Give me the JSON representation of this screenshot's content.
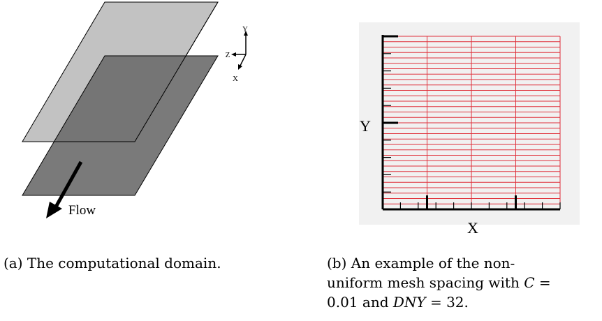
{
  "figure_a": {
    "axis_labels": {
      "y": "Y",
      "z": "Z",
      "x": "X"
    },
    "flow_label": "Flow",
    "caption": "(a) The computational domain."
  },
  "figure_b": {
    "axis_labels": {
      "x": "X",
      "y": "Y"
    },
    "mesh_color": "#e0303a",
    "axis_color": "#000000",
    "caption_line1": "(b) An example of the non-",
    "caption_line2_text": "uniform mesh spacing with ",
    "caption_line2_var": "C",
    "caption_line2_eq": " =",
    "caption_line3_a": "0.01 and ",
    "caption_line3_var": "DNY",
    "caption_line3_b": " = 32."
  }
}
